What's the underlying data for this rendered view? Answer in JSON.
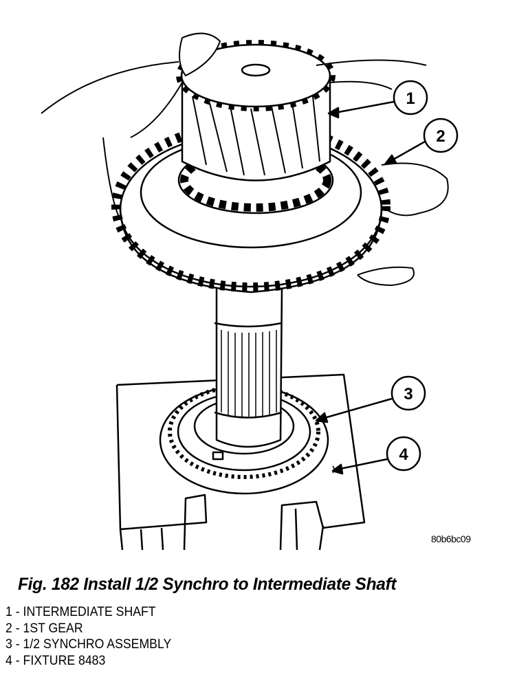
{
  "figure": {
    "code": "80b6bc09",
    "caption": "Fig. 182 Install 1/2 Synchro to Intermediate Shaft",
    "callouts": [
      "1",
      "2",
      "3",
      "4"
    ],
    "legend": [
      "1 - INTERMEDIATE SHAFT",
      "2 - 1ST GEAR",
      "3 - 1/2 SYNCHRO ASSEMBLY",
      "4 - FIXTURE 8483"
    ]
  }
}
